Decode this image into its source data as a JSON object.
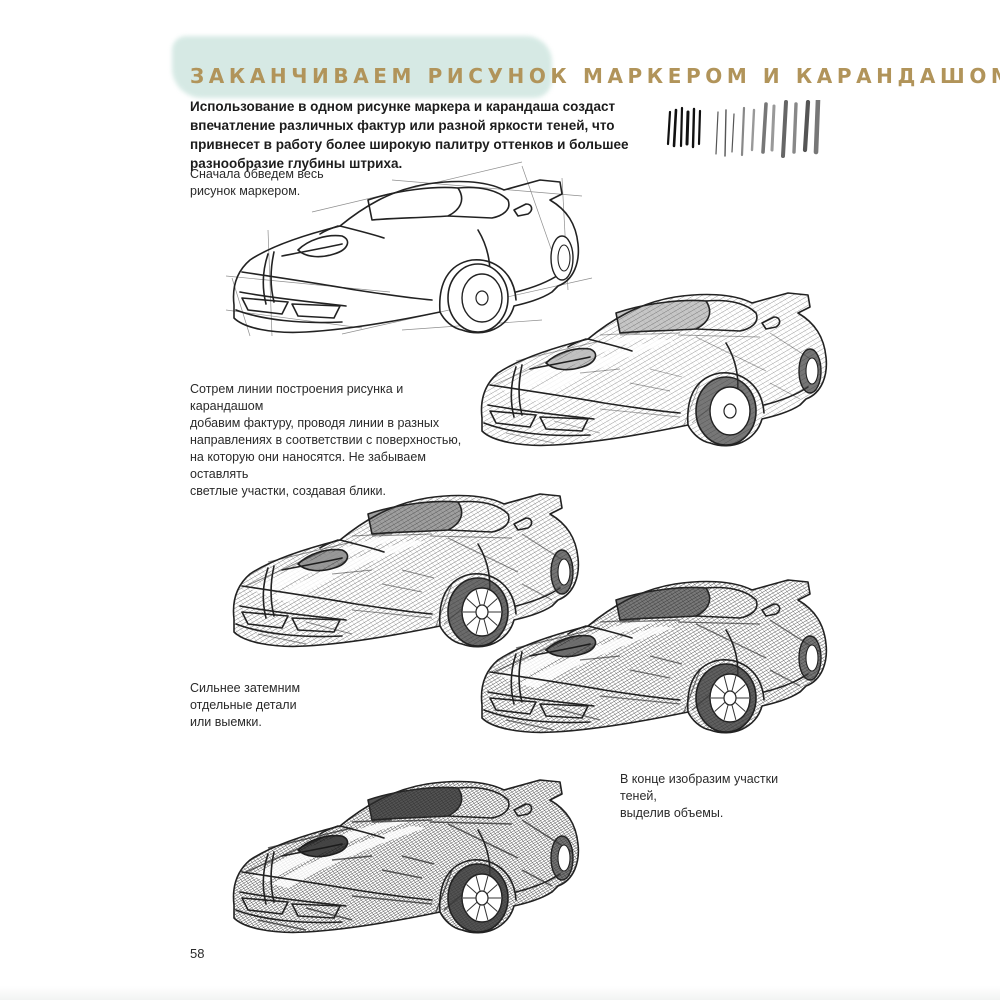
{
  "heading": {
    "title": "ЗАКАНЧИВАЕМ РИСУНОК МАРКЕРОМ И КАРАНДАШОМ",
    "intro": "Использование в одном рисунке маркера и карандаша создаст впечатление различных фактур или разной яркости теней, что привнесет в работу более широкую палитру оттенков и большее разнообразие глубины штриха."
  },
  "colors": {
    "title": "#b1945a",
    "wash": "#cfe6e0",
    "ink": "#1c1c1c"
  },
  "captions": {
    "step1": "Сначала обведем весь\nрисунок маркером.",
    "step2": "Сотрем линии построения рисунка и карандашом\nдобавим фактуру, проводя линии в разных\nнаправлениях в соответствии с поверхностью,\nна которую они наносятся. Не забываем оставлять\nсветлые участки, создавая блики.",
    "step3": "Сильнее затемним\nотдельные детали\nили выемки.",
    "step4": "В конце изобразим участки теней,\nвыделив объемы."
  },
  "steps": [
    {
      "shading": 0.0,
      "guides": true
    },
    {
      "shading": 0.3,
      "guides": false
    },
    {
      "shading": 0.5,
      "guides": false
    },
    {
      "shading": 0.7,
      "guides": false
    },
    {
      "shading": 0.9,
      "guides": false
    }
  ],
  "page_number": "58"
}
